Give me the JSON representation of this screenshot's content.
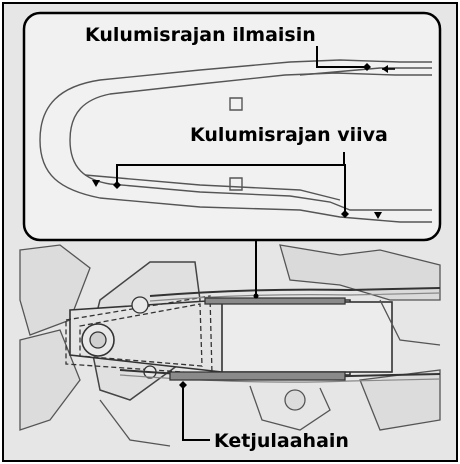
{
  "labels": {
    "wear_indicator": "Kulumisrajan ilmaisin",
    "wear_limit_line": "Kulumisrajan viiva",
    "chain_slider": "Ketjulaahain"
  },
  "colors": {
    "frame_bg": "#e6e6e6",
    "inset_bg": "#f1f1f1",
    "line": "#000000",
    "photo_line": "#555555"
  }
}
